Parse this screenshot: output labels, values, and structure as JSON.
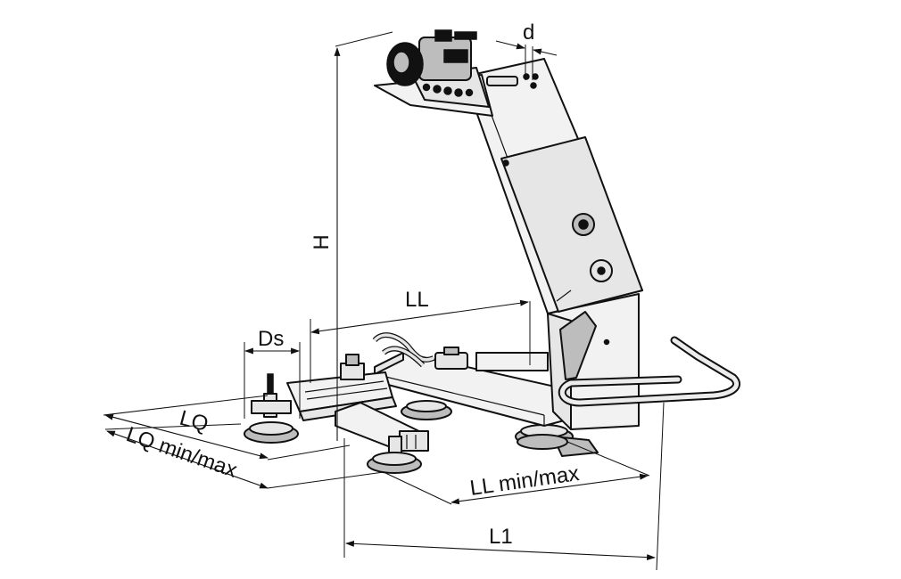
{
  "labels": {
    "d": "d",
    "H": "H",
    "LL": "LL",
    "Ds": "Ds",
    "LQ": "LQ",
    "LQ_minmax": "LQ min/max",
    "LL_minmax": "LL min/max",
    "L1": "L1"
  }
}
